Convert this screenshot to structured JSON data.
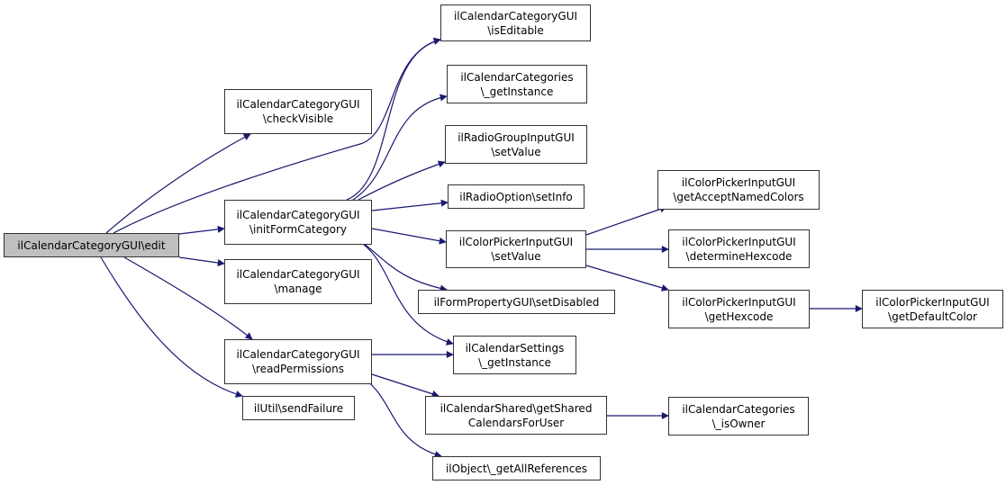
{
  "diagram": {
    "type": "call-graph",
    "edge_color": "#191970",
    "root_fill": "#bfbfbf",
    "nodes": [
      {
        "id": "edit",
        "lines": [
          "ilCalendarCategoryGUI\\edit"
        ],
        "root": true
      },
      {
        "id": "checkVisible",
        "lines": [
          "ilCalendarCategoryGUI",
          "\\checkVisible"
        ]
      },
      {
        "id": "initFormCategory",
        "lines": [
          "ilCalendarCategoryGUI",
          "\\initFormCategory"
        ]
      },
      {
        "id": "manage",
        "lines": [
          "ilCalendarCategoryGUI",
          "\\manage"
        ]
      },
      {
        "id": "readPermissions",
        "lines": [
          "ilCalendarCategoryGUI",
          "\\readPermissions"
        ]
      },
      {
        "id": "sendFailure",
        "lines": [
          "ilUtil\\sendFailure"
        ]
      },
      {
        "id": "isEditable",
        "lines": [
          "ilCalendarCategoryGUI",
          "\\isEditable"
        ]
      },
      {
        "id": "categoriesGetInstance",
        "lines": [
          "ilCalendarCategories",
          "\\_getInstance"
        ]
      },
      {
        "id": "radioGroupSetValue",
        "lines": [
          "ilRadioGroupInputGUI",
          "\\setValue"
        ]
      },
      {
        "id": "radioOptionSetInfo",
        "lines": [
          "ilRadioOption\\setInfo"
        ]
      },
      {
        "id": "colorPickerSetValue",
        "lines": [
          "ilColorPickerInputGUI",
          "\\setValue"
        ]
      },
      {
        "id": "setDisabled",
        "lines": [
          "ilFormPropertyGUI\\setDisabled"
        ]
      },
      {
        "id": "settingsGetInstance",
        "lines": [
          "ilCalendarSettings",
          "\\_getInstance"
        ]
      },
      {
        "id": "getSharedCalendars",
        "lines": [
          "ilCalendarShared\\getShared",
          "CalendarsForUser"
        ]
      },
      {
        "id": "getAllReferences",
        "lines": [
          "ilObject\\_getAllReferences"
        ]
      },
      {
        "id": "getAcceptNamedColors",
        "lines": [
          "ilColorPickerInputGUI",
          "\\getAcceptNamedColors"
        ]
      },
      {
        "id": "determineHexcode",
        "lines": [
          "ilColorPickerInputGUI",
          "\\determineHexcode"
        ]
      },
      {
        "id": "getHexcode",
        "lines": [
          "ilColorPickerInputGUI",
          "\\getHexcode"
        ]
      },
      {
        "id": "getDefaultColor",
        "lines": [
          "ilColorPickerInputGUI",
          "\\getDefaultColor"
        ]
      },
      {
        "id": "isOwner",
        "lines": [
          "ilCalendarCategories",
          "\\_isOwner"
        ]
      }
    ],
    "edges": [
      {
        "from": "edit",
        "to": "checkVisible"
      },
      {
        "from": "edit",
        "to": "initFormCategory"
      },
      {
        "from": "edit",
        "to": "isEditable"
      },
      {
        "from": "edit",
        "to": "manage"
      },
      {
        "from": "edit",
        "to": "readPermissions"
      },
      {
        "from": "edit",
        "to": "sendFailure"
      },
      {
        "from": "initFormCategory",
        "to": "isEditable"
      },
      {
        "from": "initFormCategory",
        "to": "categoriesGetInstance"
      },
      {
        "from": "initFormCategory",
        "to": "radioGroupSetValue"
      },
      {
        "from": "initFormCategory",
        "to": "radioOptionSetInfo"
      },
      {
        "from": "initFormCategory",
        "to": "colorPickerSetValue"
      },
      {
        "from": "initFormCategory",
        "to": "setDisabled"
      },
      {
        "from": "initFormCategory",
        "to": "settingsGetInstance"
      },
      {
        "from": "readPermissions",
        "to": "settingsGetInstance"
      },
      {
        "from": "readPermissions",
        "to": "getSharedCalendars"
      },
      {
        "from": "readPermissions",
        "to": "getAllReferences"
      },
      {
        "from": "colorPickerSetValue",
        "to": "getAcceptNamedColors"
      },
      {
        "from": "colorPickerSetValue",
        "to": "determineHexcode"
      },
      {
        "from": "colorPickerSetValue",
        "to": "getHexcode"
      },
      {
        "from": "getHexcode",
        "to": "getDefaultColor"
      },
      {
        "from": "getSharedCalendars",
        "to": "isOwner"
      }
    ]
  }
}
